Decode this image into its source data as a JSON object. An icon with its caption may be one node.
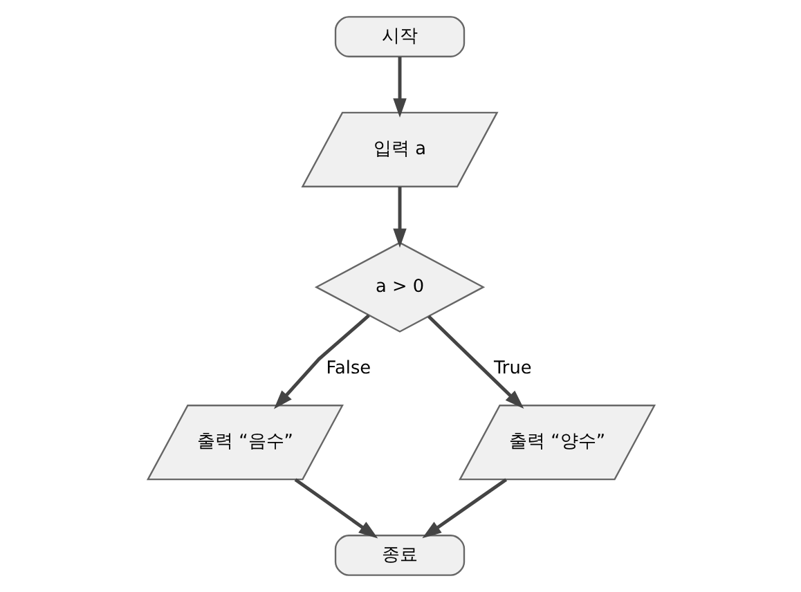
{
  "diagram": {
    "nodes": [
      {
        "text": [
          "시작"
        ]
      },
      {
        "text": [
          "입력 a"
        ]
      },
      {
        "text": [
          "a > 0"
        ]
      },
      {
        "text": [
          "출력 “음수”"
        ]
      },
      {
        "text": [
          "출력 “양수”"
        ]
      },
      {
        "text": [
          "종료"
        ]
      }
    ],
    "edges": [
      {
        "from": 0,
        "to": 1,
        "arrow": "to"
      },
      {
        "from": 1,
        "to": 2,
        "arrow": "to"
      },
      {
        "from": 2,
        "to": 3,
        "arrow": "to",
        "label": "False"
      },
      {
        "from": 2,
        "to": 4,
        "arrow": "to",
        "label": "True"
      },
      {
        "from": 3,
        "to": 5,
        "arrow": "to"
      },
      {
        "from": 4,
        "to": 5,
        "arrow": "to"
      }
    ]
  }
}
